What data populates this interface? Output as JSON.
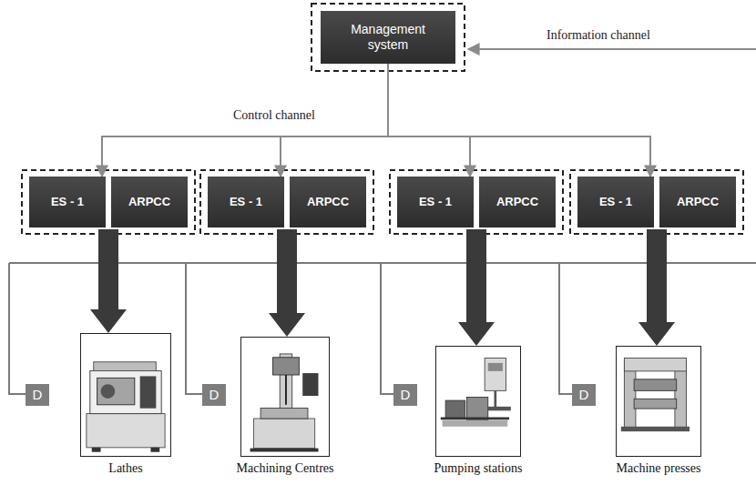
{
  "diagram": {
    "nodes": [
      {
        "text": [
          "Management system"
        ]
      },
      {
        "text": [
          "ES - 1"
        ]
      },
      {
        "text": [
          "ARPCC"
        ]
      },
      {
        "text": [
          "ES - 1"
        ]
      },
      {
        "text": [
          "ARPCC"
        ]
      },
      {
        "text": [
          "ES - 1"
        ]
      },
      {
        "text": [
          "ARPCC"
        ]
      },
      {
        "text": [
          "ES - 1"
        ]
      },
      {
        "text": [
          "ARPCC"
        ]
      },
      {
        "text": [
          "D"
        ]
      },
      {
        "text": [
          "Lathes"
        ]
      },
      {
        "text": [
          "D"
        ]
      },
      {
        "text": [
          "Machining Centres"
        ]
      },
      {
        "text": [
          "D"
        ]
      },
      {
        "text": [
          "Pumping stations"
        ]
      },
      {
        "text": [
          "D"
        ]
      },
      {
        "text": [
          "Machine presses"
        ]
      }
    ],
    "edges": [
      {
        "from": 0,
        "to": 1,
        "arrow": "to"
      },
      {
        "from": 0,
        "to": 3,
        "arrow": "to"
      },
      {
        "from": 0,
        "to": 5,
        "arrow": "to"
      },
      {
        "from": 0,
        "to": 7,
        "arrow": "to"
      },
      {
        "from": 1,
        "to": 10,
        "arrow": "to"
      },
      {
        "from": 3,
        "to": 12,
        "arrow": "to"
      },
      {
        "from": 5,
        "to": 14,
        "arrow": "to"
      },
      {
        "from": 7,
        "to": 16,
        "arrow": "to"
      }
    ],
    "labels": [
      "Information channel",
      "Control channel"
    ]
  }
}
